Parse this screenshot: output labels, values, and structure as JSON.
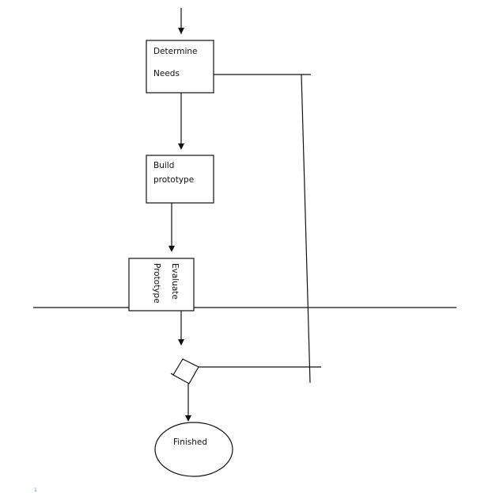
{
  "diagram": {
    "type": "flowchart",
    "nodes": [
      {
        "id": "determine-needs",
        "shape": "rectangle",
        "lines": [
          "Determine",
          "Needs"
        ]
      },
      {
        "id": "build-prototype",
        "shape": "rectangle",
        "lines": [
          "Build",
          "prototype"
        ]
      },
      {
        "id": "evaluate-prototype",
        "shape": "rectangle",
        "text_orientation": "vertical",
        "lines": [
          "Evaluate",
          "Prototype"
        ]
      },
      {
        "id": "decision",
        "shape": "rotated-square",
        "lines": []
      },
      {
        "id": "finished",
        "shape": "ellipse",
        "lines": [
          "Finished"
        ]
      }
    ],
    "edges": [
      {
        "from": "start",
        "to": "determine-needs",
        "arrow": true
      },
      {
        "from": "determine-needs",
        "to": "build-prototype",
        "arrow": true
      },
      {
        "from": "build-prototype",
        "to": "evaluate-prototype",
        "arrow": true
      },
      {
        "from": "evaluate-prototype",
        "to": "decision",
        "arrow": true
      },
      {
        "from": "decision",
        "to": "finished",
        "arrow": true
      },
      {
        "from": "decision",
        "to": "determine-needs",
        "arrow": false,
        "note": "feedback loop line"
      }
    ],
    "page_marker": "1",
    "colors": {
      "stroke": "#111111",
      "background": "#ffffff",
      "page_marker": "#5a7fb0"
    }
  }
}
